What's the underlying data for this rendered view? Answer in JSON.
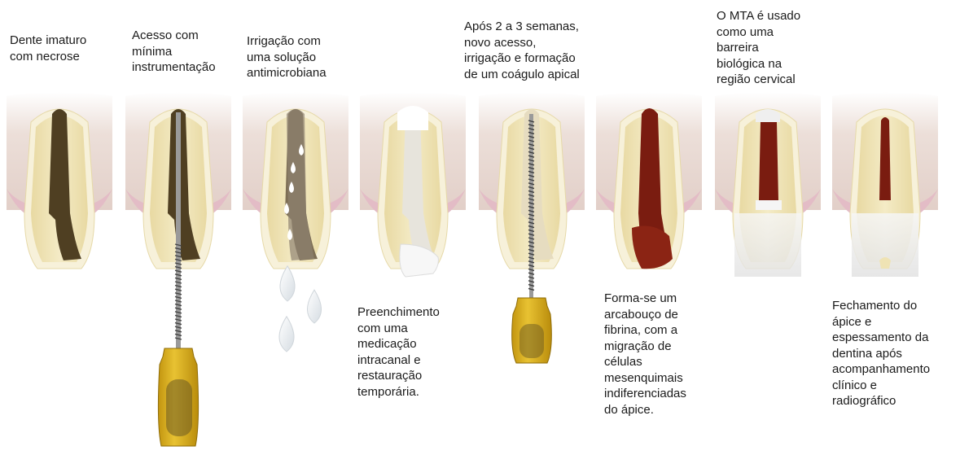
{
  "steps": [
    {
      "top": "Dente imaturo\ncom necrose",
      "bottom": ""
    },
    {
      "top": "Acesso com\nmínima\ninstrumentação",
      "bottom": ""
    },
    {
      "top": "Irrigação com\numa solução\nantimicrobiana",
      "bottom": ""
    },
    {
      "top": "",
      "bottom": "Preenchimento\ncom uma\nmedicação\nintracanal e\nrestauração\ntemporária."
    },
    {
      "top": "Após 2 a 3 semanas,\nnovo acesso,\nirrigação e formação\nde um coágulo apical",
      "bottom": ""
    },
    {
      "top": "",
      "bottom": "Forma-se um\narcabouço de\nfibrina, com a\nmigração de\ncélulas\nmesenquimais\nindiferenciadas\ndo ápice."
    },
    {
      "top": "O MTA é usado\ncomo uma\nbarreira\nbiológica na\nregião cervical",
      "bottom": ""
    },
    {
      "top": "",
      "bottom": "Fechamento do\nápice e\nespessamento da\ndentina após\nacompanhamento\nclínico e\nradiográfico"
    }
  ],
  "colors": {
    "gum_top": "#e9dcd6",
    "gum_pink": "#e8c7cf",
    "dentin": "#efe3b4",
    "enamel": "#f7f1da",
    "necrotic": "#4f3f22",
    "clot": "#7a1c10",
    "mta": "#e9ecef",
    "file_gold": "#d6ab18"
  }
}
